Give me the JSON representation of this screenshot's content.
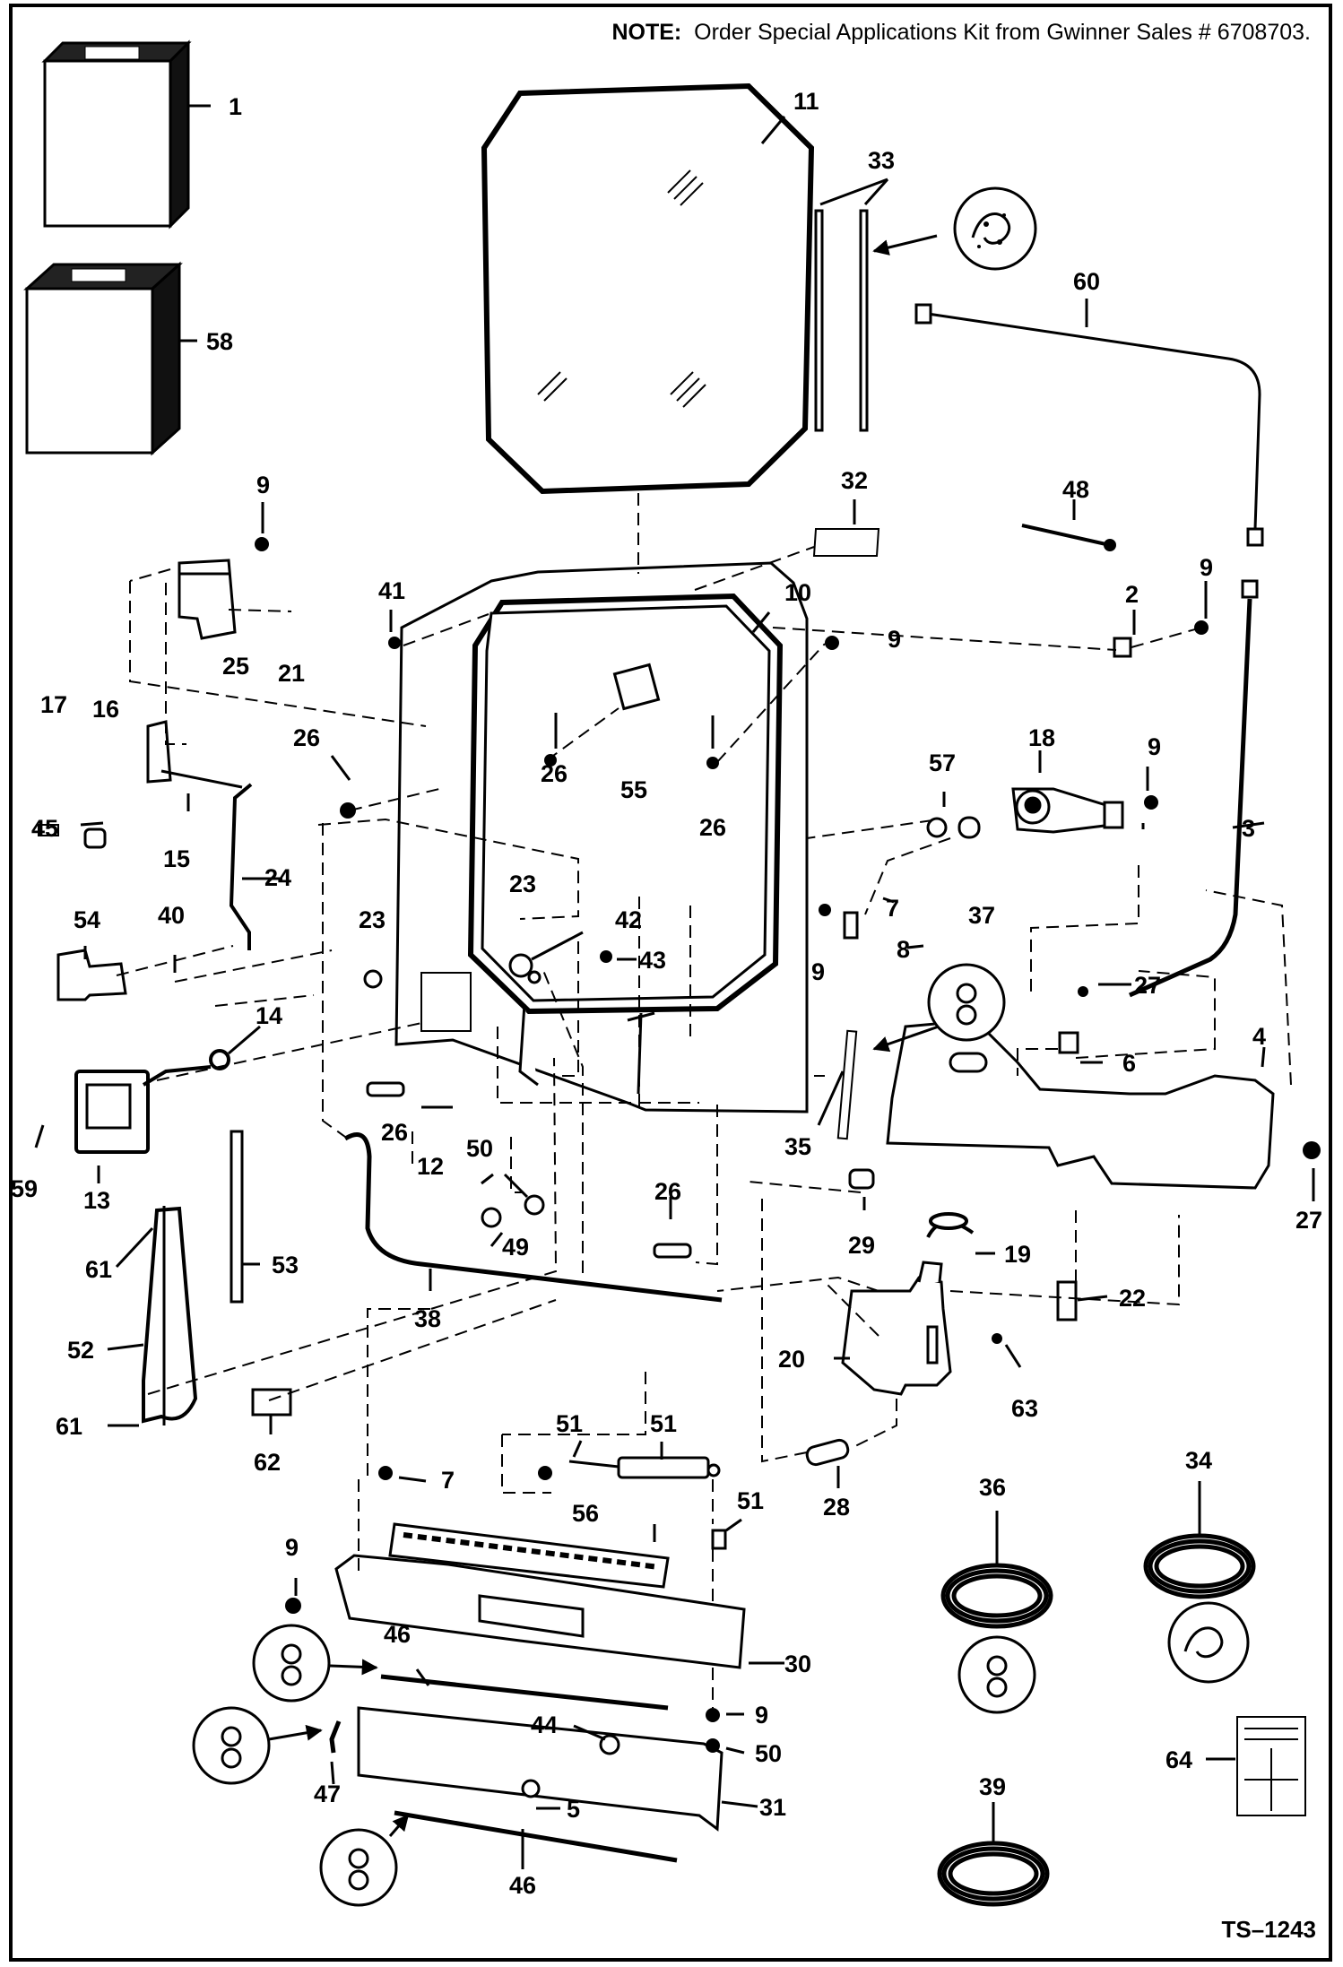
{
  "note": {
    "prefix": "NOTE:",
    "text": "Order Special Applications Kit from Gwinner Sales # 6708703."
  },
  "drawing_id": "TS–1243",
  "callouts": {
    "c1": "1",
    "c58": "58",
    "c11": "11",
    "c33": "33",
    "c60": "60",
    "c9a": "9",
    "c9b": "9",
    "c9c": "9",
    "c9d": "9",
    "c9e": "9",
    "c9f": "9",
    "c32": "32",
    "c48": "48",
    "c41": "41",
    "c10": "10",
    "c2": "2",
    "c25": "25",
    "c21": "21",
    "c17": "17",
    "c16": "16",
    "c26a": "26",
    "c26b": "26",
    "c26c": "26",
    "c26d": "26",
    "c26e": "26",
    "c55": "55",
    "c18": "18",
    "c57": "57",
    "c3": "3",
    "c45": "45",
    "c15": "15",
    "c24": "24",
    "c23a": "23",
    "c23b": "23",
    "c42": "42",
    "c43": "43",
    "c7a": "7",
    "c7b": "7",
    "c8": "8",
    "c37": "37",
    "c54": "54",
    "c40": "40",
    "c14": "14",
    "c27a": "27",
    "c27b": "27",
    "c6": "6",
    "c4": "4",
    "c13": "13",
    "c59": "59",
    "c12": "12",
    "c50a": "50",
    "c50b": "50",
    "c35": "35",
    "c29": "29",
    "c49": "49",
    "c61a": "61",
    "c61b": "61",
    "c53": "53",
    "c38": "38",
    "c19": "19",
    "c22": "22",
    "c52": "52",
    "c20": "20",
    "c63": "63",
    "c62": "62",
    "c51a": "51",
    "c51b": "51",
    "c51c": "51",
    "c28": "28",
    "c36": "36",
    "c34": "34",
    "c56": "56",
    "c30": "30",
    "c46a": "46",
    "c46b": "46",
    "c44": "44",
    "c47": "47",
    "c31": "31",
    "c5": "5",
    "c39": "39",
    "c64": "64"
  }
}
